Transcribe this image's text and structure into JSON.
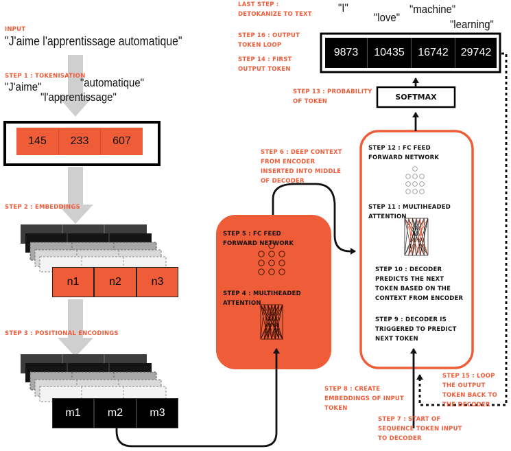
{
  "input": {
    "caption": "INPUT",
    "sentence": "\"J'aime l'apprentissage automatique\""
  },
  "step1": {
    "caption": "STEP 1 : TOKENISATION",
    "tokens": [
      "\"J'aime\"",
      "\"l'apprentissage\"",
      "\"automatique\""
    ],
    "ids": [
      "145",
      "233",
      "607"
    ]
  },
  "step2": {
    "caption": "STEP 2 : EMBEDDINGS",
    "vectors": [
      "n1",
      "n2",
      "n3"
    ]
  },
  "step3": {
    "caption": "STEP 3 : POSITIONAL ENCODINGS",
    "vectors": [
      "m1",
      "m2",
      "m3"
    ]
  },
  "encoder": {
    "step4": "STEP 4 : MULTIHEADED ATTENTION",
    "step5": "STEP 5 : FC FEED FORWARD NETWORK"
  },
  "step6": {
    "caption": "STEP 6 : DEEP CONTEXT FROM ENCODER INSERTED INTO MIDDLE OF DECODER"
  },
  "decoder": {
    "step9": "STEP 9 : DECODER IS TRIGGERED TO PREDICT NEXT TOKEN",
    "step10": "STEP 10 : DECODER PREDICTS THE NEXT TOKEN BASED ON THE CONTEXT FROM ENCODER",
    "step11": "STEP 11 : MULTIHEADED ATTENTION",
    "step12": "STEP 12 : FC FEED FORWARD NETWORK"
  },
  "step7": {
    "caption": "STEP 7 : START OF SEQUENCE TOKEN INPUT TO DECODER"
  },
  "step8": {
    "caption": "STEP 8 : CREATE EMBEDDINGS OF INPUT TOKEN"
  },
  "step13": {
    "caption": "STEP 13 : PROBABILITY OF TOKEN"
  },
  "softmax": {
    "label": "SOFTMAX"
  },
  "step14": {
    "caption": "STEP 14 : FIRST OUTPUT TOKEN"
  },
  "step15": {
    "caption": "STEP 15 : LOOP THE OUTPUT TOKEN BACK TO THE DECODER"
  },
  "step16": {
    "caption": "STEP 16 : OUTPUT TOKEN LOOP"
  },
  "last_step": {
    "caption": "LAST STEP : DETOKANIZE TO TEXT"
  },
  "output": {
    "ids": [
      "9873",
      "10435",
      "16742",
      "29742"
    ],
    "words": [
      "\"I\"",
      "\"love\"",
      "\"machine\"",
      "\"learning\""
    ]
  },
  "colors": {
    "accent": "#ee5d3a",
    "dark": "#0b0b0b",
    "arrow_gray": "#c8c8c8"
  }
}
